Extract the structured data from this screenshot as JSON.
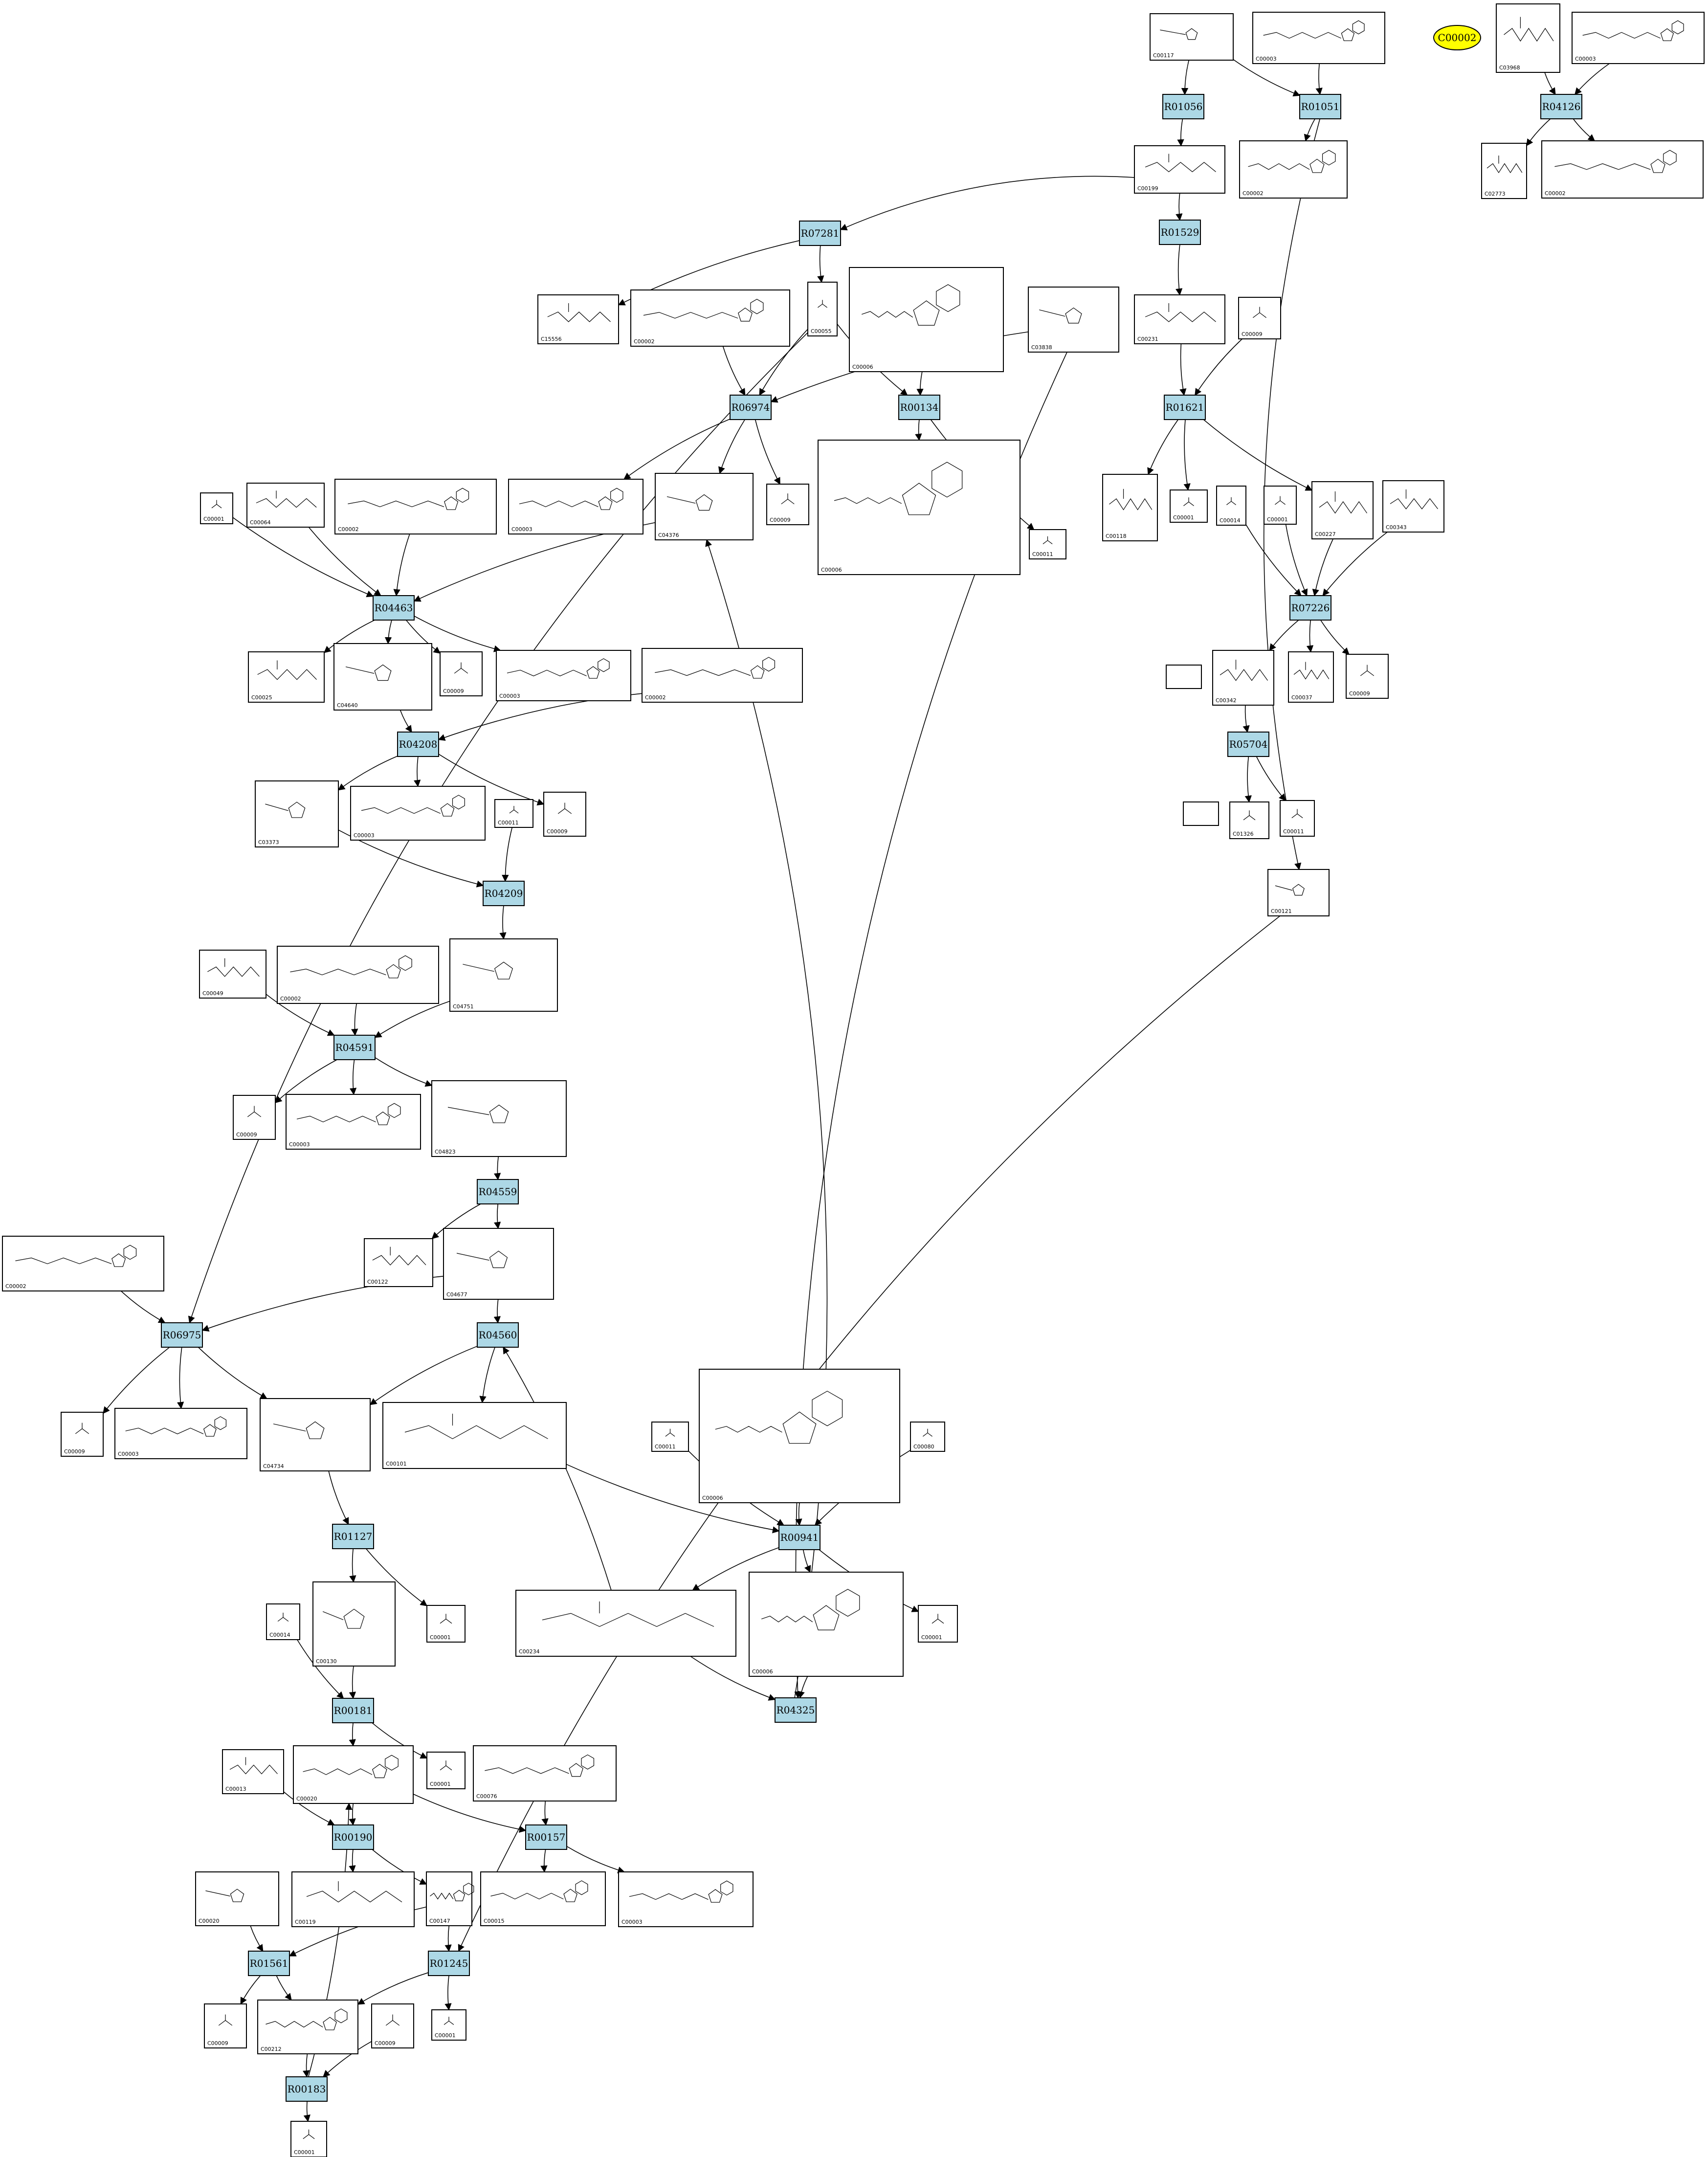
{
  "legend": {
    "label": "C00002",
    "fill": "#ffff00"
  },
  "colors": {
    "reaction_fill": "#add8e6",
    "compound_fill": "#ffffff",
    "stroke": "#000000"
  },
  "reactions": [
    "R01056",
    "R01051",
    "R04126",
    "R01529",
    "R07281",
    "R01621",
    "R06974",
    "R00134",
    "R07226",
    "R04463",
    "R05704",
    "R04208",
    "R04209",
    "R04591",
    "R04559",
    "R06975",
    "R04560",
    "R01127",
    "R00941",
    "R00181",
    "R04325",
    "R00190",
    "R00157",
    "R01561",
    "R01245",
    "R00183"
  ],
  "compounds": [
    "C00117",
    "C00003",
    "C03968",
    "C00003",
    "C00199",
    "C00002",
    "C02773",
    "C00002",
    "C15556",
    "C00002",
    "C00055",
    "C00006",
    "C03838",
    "C00231",
    "C00009",
    "C00001",
    "C00064",
    "C00002",
    "C00003",
    "C04376",
    "C00009",
    "C00006",
    "C00011",
    "C00118",
    "C00001",
    "C00014",
    "C00001",
    "C00227",
    "C00343",
    "C00025",
    "C04640",
    "C00009",
    "C00003",
    "C00002",
    "C00342",
    "C00037",
    "C00009",
    "C03373",
    "C00003",
    "C00011",
    "C00009",
    "C01326",
    "C00011",
    "C00121",
    "C00049",
    "C00002",
    "C04751",
    "C00009",
    "C00003",
    "C04823",
    "C00122",
    "C04677",
    "C00002",
    "C00009",
    "C00003",
    "C04734",
    "C00101",
    "C00011",
    "C00006",
    "C00080",
    "C00014",
    "C00130",
    "C00001",
    "C00234",
    "C00006",
    "C00001",
    "C00013",
    "C00020",
    "C00001",
    "C00076",
    "C00020",
    "C00119",
    "C00147",
    "C00015",
    "C00003",
    "C00009",
    "C00212",
    "C00009",
    "C00001",
    "C00001"
  ]
}
